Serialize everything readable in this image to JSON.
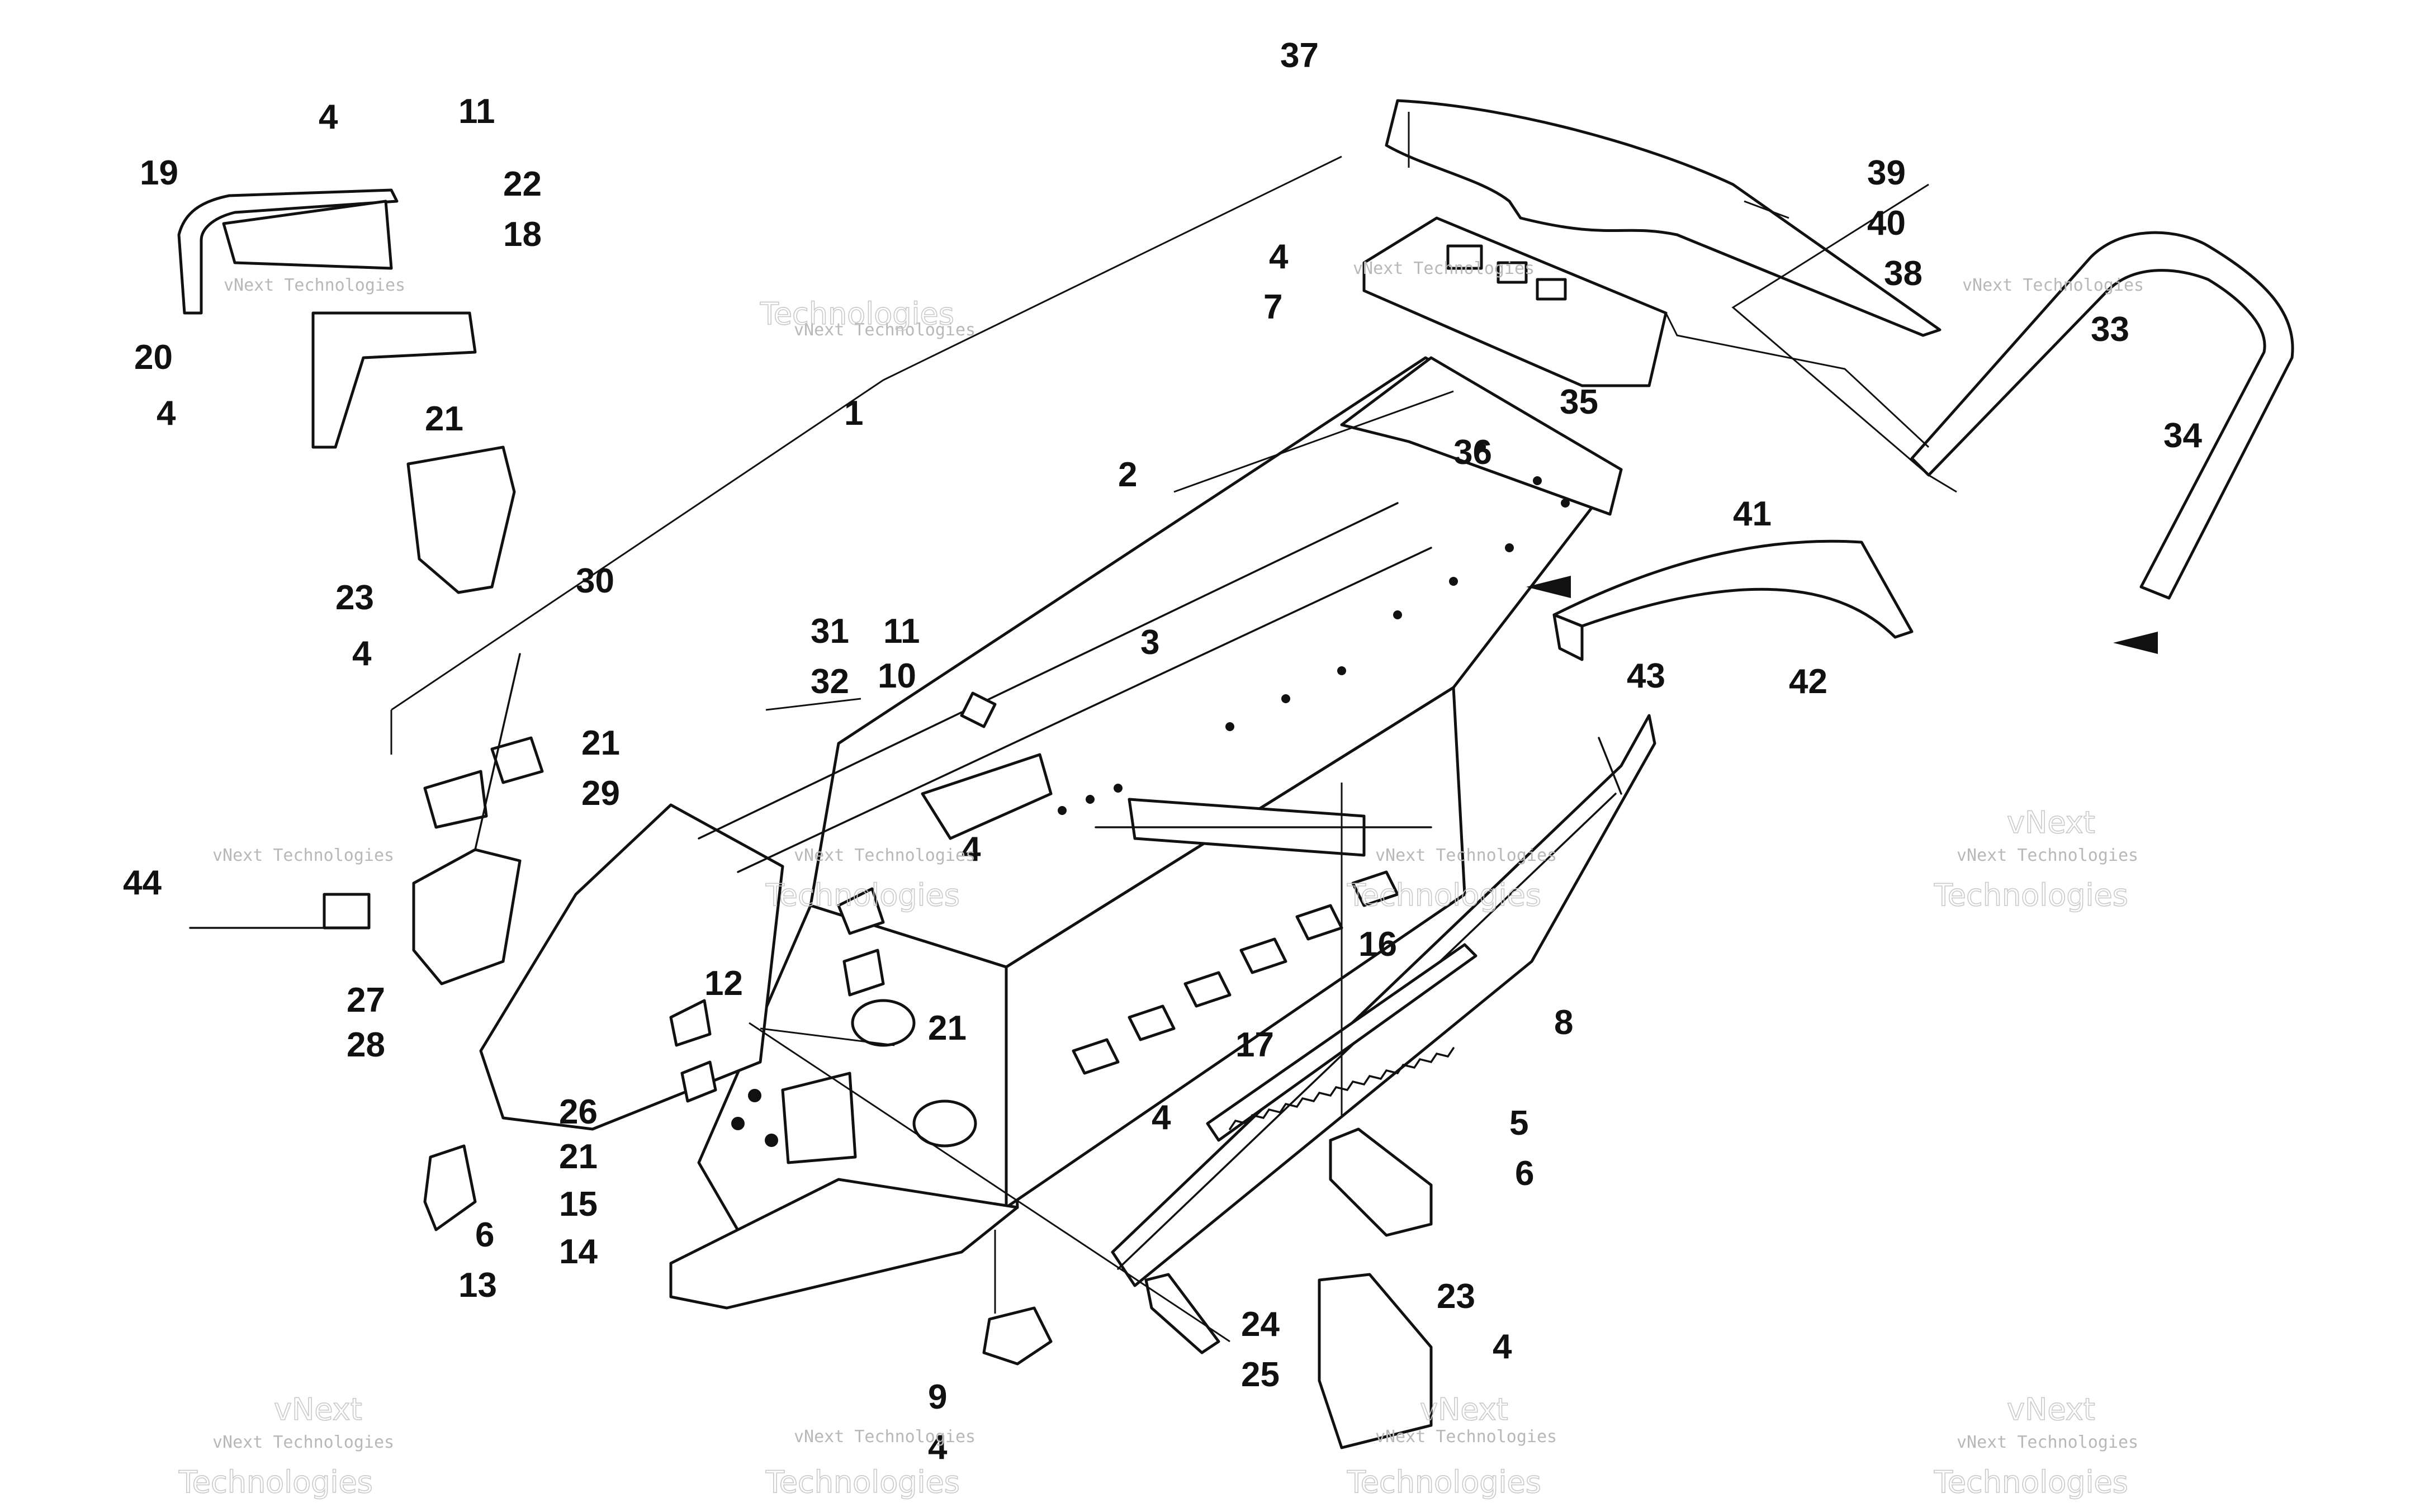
{
  "watermark": {
    "small": "vNext Technologies",
    "large": "Technologies",
    "top": "vNext"
  },
  "callouts": [
    "1",
    "2",
    "3",
    "4",
    "5",
    "6",
    "7",
    "8",
    "9",
    "10",
    "11",
    "12",
    "13",
    "14",
    "15",
    "16",
    "17",
    "18",
    "19",
    "20",
    "21",
    "22",
    "23",
    "24",
    "25",
    "26",
    "27",
    "28",
    "29",
    "30",
    "31",
    "32",
    "33",
    "34",
    "35",
    "36",
    "37",
    "38",
    "39",
    "40",
    "41",
    "42",
    "43",
    "44"
  ]
}
